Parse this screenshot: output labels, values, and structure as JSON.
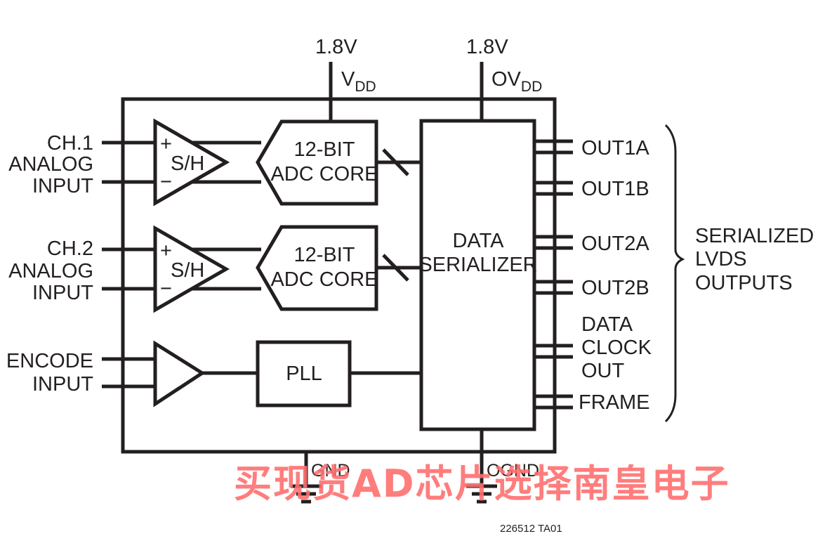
{
  "diagram": {
    "type": "block-diagram",
    "title": "Dual 12-bit ADC with serialized LVDS outputs",
    "supplies": [
      {
        "id": "vdd",
        "voltage": "1.8V",
        "name_main": "V",
        "name_sub": "DD"
      },
      {
        "id": "ovdd",
        "voltage": "1.8V",
        "name_main": "OV",
        "name_sub": "DD"
      }
    ],
    "grounds": [
      {
        "id": "gnd",
        "label": "GND"
      },
      {
        "id": "ognd",
        "label": "OGND"
      }
    ],
    "inputs": [
      {
        "id": "ch1",
        "lines": [
          "CH.1",
          "ANALOG",
          "INPUT"
        ]
      },
      {
        "id": "ch2",
        "lines": [
          "CH.2",
          "ANALOG",
          "INPUT"
        ]
      },
      {
        "id": "encode",
        "lines": [
          "ENCODE",
          "INPUT"
        ]
      }
    ],
    "blocks": {
      "sh1": {
        "label": "S/H",
        "plus": "+",
        "minus": "−"
      },
      "sh2": {
        "label": "S/H",
        "plus": "+",
        "minus": "−"
      },
      "adc1": {
        "lines": [
          "12-BIT",
          "ADC CORE"
        ]
      },
      "adc2": {
        "lines": [
          "12-BIT",
          "ADC CORE"
        ]
      },
      "pll": {
        "label": "PLL"
      },
      "serializer": {
        "lines": [
          "DATA",
          "SERIALIZER"
        ]
      }
    },
    "outputs": [
      {
        "id": "out1a",
        "lines": [
          "OUT1A"
        ]
      },
      {
        "id": "out1b",
        "lines": [
          "OUT1B"
        ]
      },
      {
        "id": "out2a",
        "lines": [
          "OUT2A"
        ]
      },
      {
        "id": "out2b",
        "lines": [
          "OUT2B"
        ]
      },
      {
        "id": "dco",
        "lines": [
          "DATA",
          "CLOCK",
          "OUT"
        ]
      },
      {
        "id": "frame",
        "lines": [
          "FRAME"
        ]
      }
    ],
    "output_group": {
      "lines": [
        "SERIALIZED",
        "LVDS",
        "OUTPUTS"
      ]
    },
    "figure_id": "226512 TA01"
  },
  "watermark": {
    "text": "买现货AD芯片选择南皇电子",
    "color": "#ff6f6f"
  },
  "colors": {
    "stroke": "#231f20",
    "background": "#ffffff"
  }
}
